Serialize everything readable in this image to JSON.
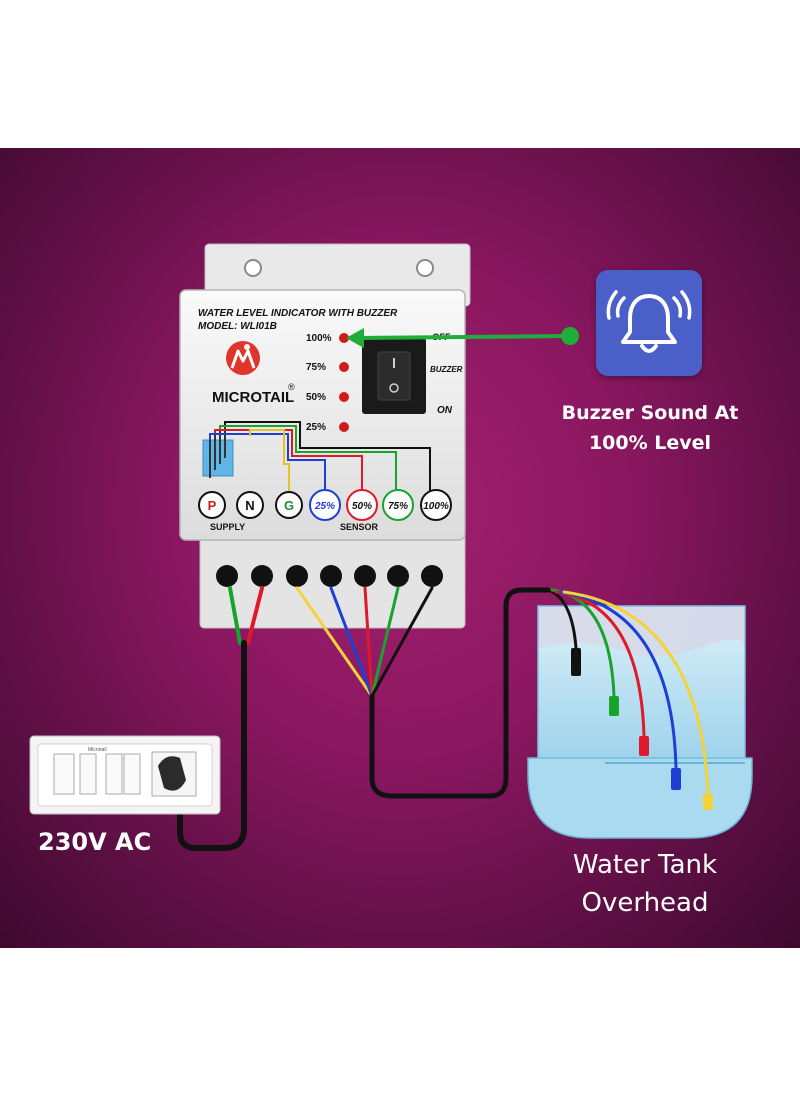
{
  "device": {
    "header_line1": "WATER LEVEL INDICATOR WITH BUZZER",
    "model": "MODEL: WLI01B",
    "brand": "MICROTAIL",
    "registered_mark": "®",
    "levels": [
      "100%",
      "75%",
      "50%",
      "25%"
    ],
    "switch_labels": {
      "off": "OFF",
      "buzzer": "BUZZER",
      "on": "ON"
    },
    "terminals": [
      "P",
      "N",
      "G",
      "25%",
      "50%",
      "75%",
      "100%"
    ],
    "group_supply": "SUPPLY",
    "group_sensor": "SENSOR"
  },
  "callout": {
    "line1": "Buzzer Sound At",
    "line2": "100% Level",
    "icon": "bell-ringing-icon",
    "card_color": "#4b5fc9",
    "arrow_color": "#1fae3a"
  },
  "switchboard": {
    "brand": "Microtail"
  },
  "power_label": "230V AC",
  "tank": {
    "line1": "Water Tank",
    "line2": "Overhead"
  },
  "wire_colors": {
    "black": "#111111",
    "green": "#17a32c",
    "red": "#e0192a",
    "blue": "#1d3fd6",
    "yellow": "#f3d33a"
  }
}
